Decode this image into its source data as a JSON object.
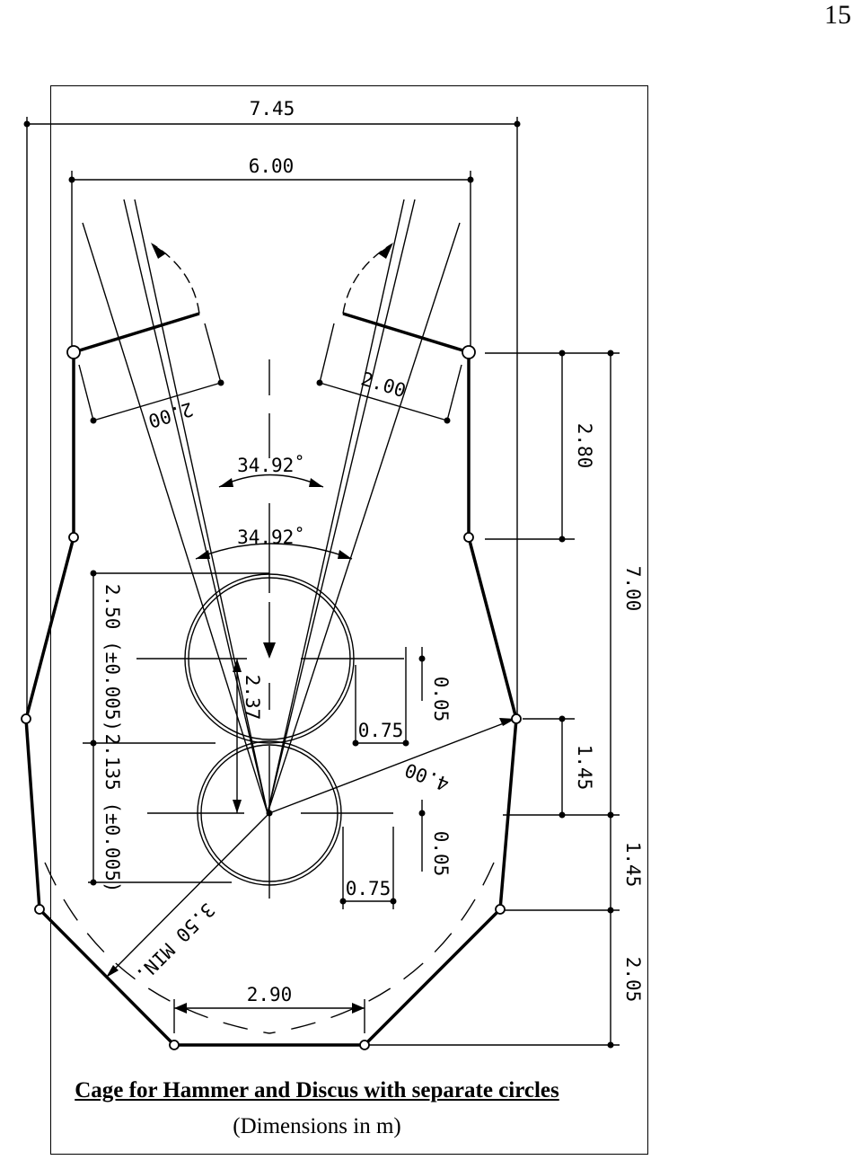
{
  "page_number": "15",
  "caption": {
    "title": "Cage for Hammer and Discus with separate circles",
    "subtitle": "(Dimensions in m)"
  },
  "dimensions": {
    "total_width": "7.45",
    "opening_width": "6.00",
    "gate_left": "2.00",
    "gate_right": "2.00",
    "angle_upper": "34.92˚",
    "angle_lower": "34.92˚",
    "side_upper": "2.80",
    "total_depth": "7.00",
    "circle_spacing_a": "2.50 (±0.005)",
    "circle_spacing_b": "2.135 (±0.005)",
    "circle_offset": "2.37",
    "offset_upper": "0.75",
    "offset_lower": "0.75",
    "gap_upper": "0.05",
    "gap_lower": "0.05",
    "radius_outer": "4.00",
    "radius_min": "3.50 MIN.",
    "side_middle": "1.45",
    "side_lower": "1.45",
    "side_bottom": "2.05",
    "back_width": "2.90"
  }
}
